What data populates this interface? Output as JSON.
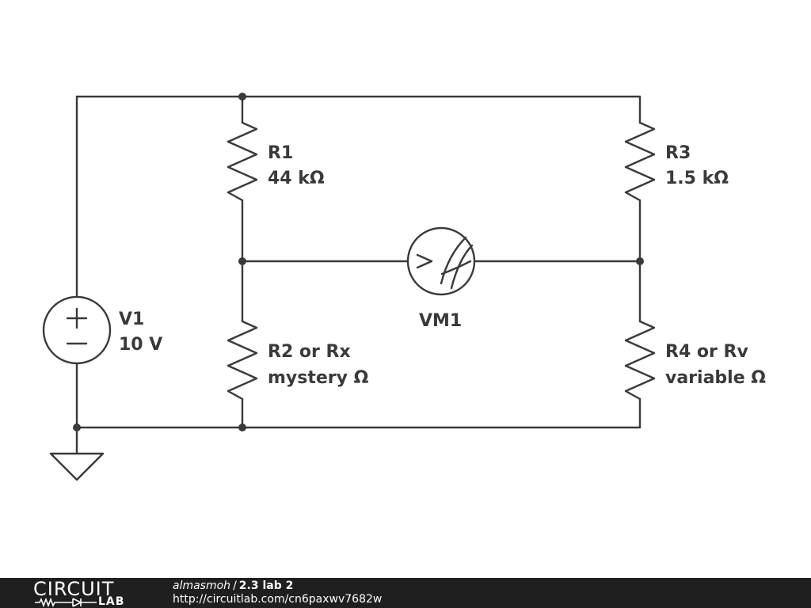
{
  "components": {
    "v1": {
      "name": "V1",
      "value": "10 V"
    },
    "r1": {
      "name": "R1",
      "value": "44 kΩ"
    },
    "r2": {
      "name": "R2 or Rx",
      "value": "mystery Ω"
    },
    "r3": {
      "name": "R3",
      "value": "1.5 kΩ"
    },
    "r4": {
      "name": "R4 or Rv",
      "value": "variable Ω"
    },
    "vm1": {
      "name": "VM1"
    }
  },
  "footer": {
    "logo_text": "CIRCUIT",
    "logo_sub": "LAB",
    "author": "almasmoh",
    "separator": "/",
    "title": "2.3 lab 2",
    "url": "http://circuitlab.com/cn6paxwv7682w"
  },
  "colors": {
    "ink": "#3a3a3a",
    "footer_bg": "#1f1f1f"
  },
  "icons": [
    "voltage-source-icon",
    "resistor-icon",
    "voltmeter-icon",
    "ground-icon"
  ]
}
